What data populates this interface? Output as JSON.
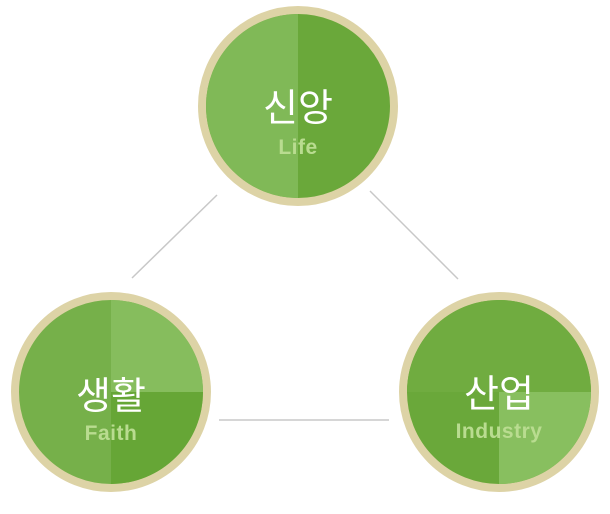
{
  "nodes": {
    "top": {
      "title": "신앙",
      "subtitle": "Life"
    },
    "left": {
      "title": "생활",
      "subtitle": "Faith"
    },
    "right": {
      "title": "산업",
      "subtitle": "Industry"
    }
  },
  "colors": {
    "ring": "#ddd3a6",
    "green_dark": "#66a636",
    "green_light": "#86bd5d",
    "subtitle": "#b9dc90",
    "connector": "#c8c8c8"
  },
  "edges": [
    {
      "from": "top",
      "to": "left"
    },
    {
      "from": "top",
      "to": "right"
    },
    {
      "from": "left",
      "to": "right"
    }
  ]
}
